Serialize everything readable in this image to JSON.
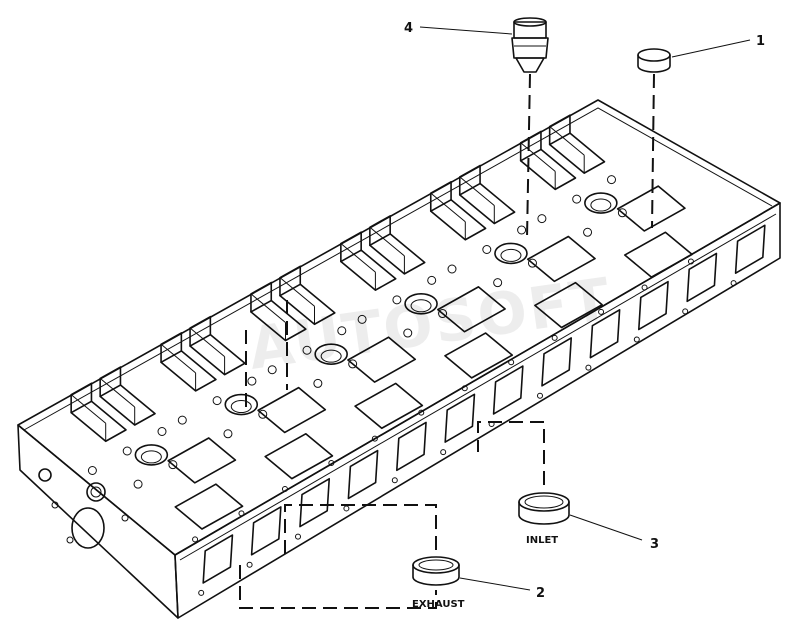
{
  "callouts": [
    {
      "number": "1"
    },
    {
      "number": "2",
      "caption": "EXHAUST"
    },
    {
      "number": "3",
      "caption": "INLET"
    },
    {
      "number": "4"
    }
  ],
  "watermark": "AUTOSOFT",
  "colors": {
    "line": "#111111",
    "background": "#ffffff"
  }
}
